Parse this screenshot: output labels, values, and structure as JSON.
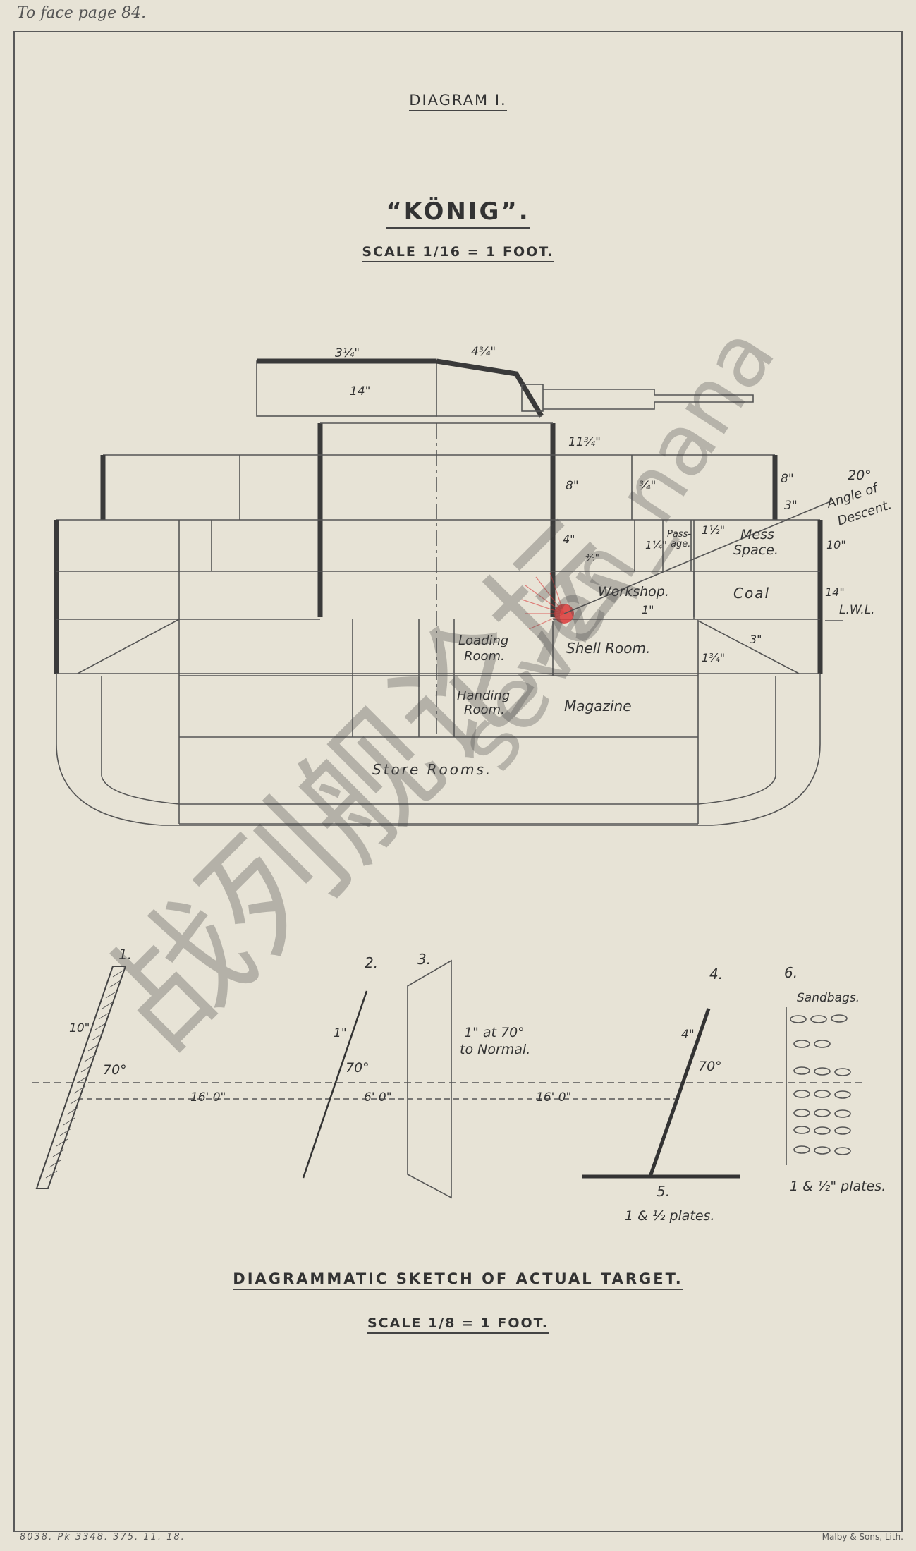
{
  "page_note": "To face page 84.",
  "diagram_title": "DIAGRAM I.",
  "ship_name": "“KÖNIG”.",
  "scale_top": "SCALE 1/16 = 1 FOOT.",
  "section": {
    "armor": {
      "turret_top": "3¼\"",
      "turret_roof_slope": "4¾\"",
      "turret_face": "14\"",
      "barbette": "11¾\"",
      "casemate": "8\"",
      "deck_upper": "¾\"",
      "upper_side": "8\"",
      "upper_deck_side": "3\"",
      "inner_bulkhead": "4\"",
      "inner_small": "⅘\"",
      "deck_workshop": "1\"",
      "passage_bulkhead": "1¼\"",
      "passage_bulkhead_2": "1½\"",
      "belt_upper": "10\"",
      "belt_main": "14\"",
      "slope": "3\"",
      "torpedo_bulkhead": "1¾\""
    },
    "angle": "20°",
    "angle_label_1": "Angle of",
    "angle_label_2": "Descent.",
    "lwl": "L.W.L.",
    "rooms": {
      "passage_1": "Pass-",
      "passage_2": "age.",
      "mess_1": "Mess",
      "mess_2": "Space.",
      "workshop": "Workshop.",
      "coal": "Coal",
      "loading_1": "Loading",
      "loading_2": "Room.",
      "shell": "Shell Room.",
      "handing_1": "Handing",
      "handing_2": "Room.",
      "magazine": "Magazine",
      "store": "Store    Rooms."
    }
  },
  "target": {
    "n1": "1.",
    "n2": "2.",
    "n3": "3.",
    "n4": "4.",
    "n5": "5.",
    "n6": "6.",
    "p1_thickness": "10\"",
    "p1_angle": "70°",
    "p2_thickness": "1\"",
    "p2_angle": "70°",
    "p3_note_1": "1\" at 70°",
    "p3_note_2": "to Normal.",
    "p4_thickness": "4\"",
    "p4_angle": "70°",
    "gap1": "16' 0\"",
    "gap2": "6' 0\"",
    "gap3": "16' 0\"",
    "plates_5": "1 & ½ plates.",
    "sandbags": "Sandbags.",
    "plates_6": "1 & ½\" plates."
  },
  "sketch_title": "DIAGRAMMATIC SKETCH OF ACTUAL TARGET.",
  "scale_bottom": "SCALE 1/8 = 1 FOOT.",
  "footer_left": "8038. Pk 3348. 375. 11. 18.",
  "footer_right": "Malby & Sons, Lith.",
  "watermark_cn": "战列舰论坛",
  "watermark_en": "seven_nana",
  "colors": {
    "paper": "#e7e3d6",
    "ink": "#333333",
    "hit": "#d93a3a"
  }
}
